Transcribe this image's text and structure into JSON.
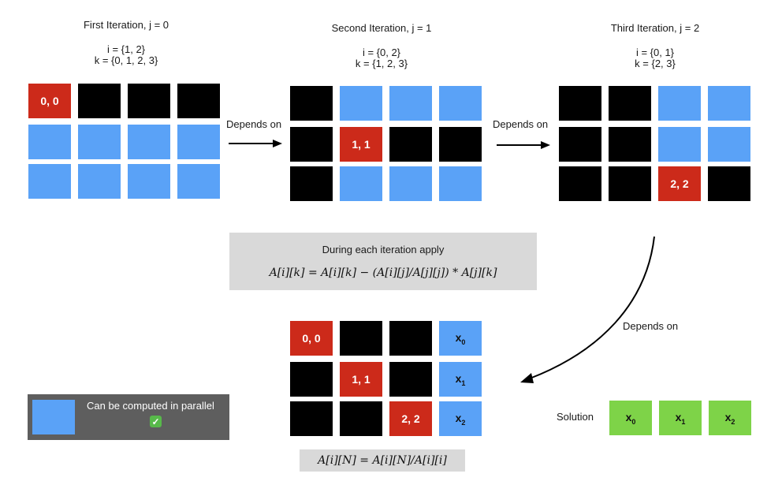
{
  "iterations": [
    {
      "title": "First Iteration, j = 0",
      "i_set": "i = {1, 2}",
      "k_set": "k = {0, 1, 2, 3}",
      "pivot": "0, 0"
    },
    {
      "title": "Second Iteration, j = 1",
      "i_set": "i = {0, 2}",
      "k_set": "k = {1, 2, 3}",
      "pivot": "1, 1"
    },
    {
      "title": "Third Iteration, j = 2",
      "i_set": "i = {0, 1}",
      "k_set": "k = {2, 3}",
      "pivot": "2, 2"
    }
  ],
  "arrows": {
    "first": "Depends on",
    "second": "Depends on",
    "third": "Depends on"
  },
  "update_box": {
    "heading": "During each iteration apply",
    "equation": "A[i][k] = A[i][k] − (A[i][j]/A[j][j]) * A[j][k]"
  },
  "final": {
    "pivots": [
      "0, 0",
      "1, 1",
      "2, 2"
    ],
    "x_labels": [
      "x",
      "x",
      "x"
    ],
    "x_subs": [
      "0",
      "1",
      "2"
    ],
    "equation": "A[i][N] = A[i][N]/A[i][i]"
  },
  "solution": {
    "label": "Solution",
    "x_labels": [
      "x",
      "x",
      "x"
    ],
    "x_subs": [
      "0",
      "1",
      "2"
    ]
  },
  "legend": {
    "text": "Can be computed in parallel",
    "check": "✓"
  },
  "colors": {
    "independent": "#5aa2f7",
    "pivot": "#cc2a1a",
    "dependent": "#000000",
    "solution": "#7ed348",
    "formula_bg": "#d9d9d9",
    "legend_bg": "#5e5e5e"
  }
}
